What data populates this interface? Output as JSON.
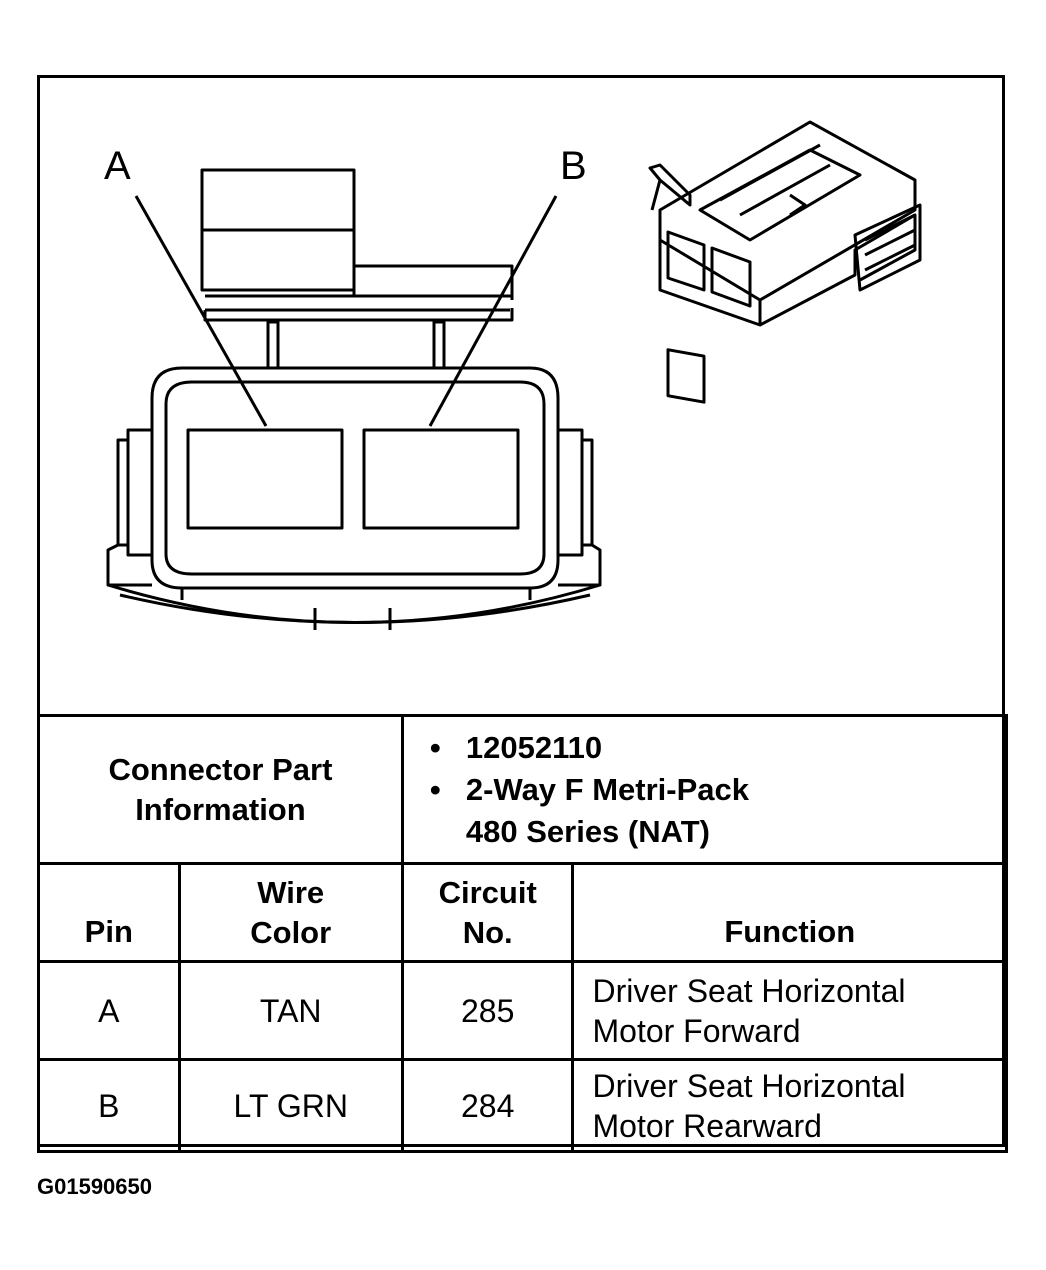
{
  "diagram": {
    "pin_labels": [
      "A",
      "B"
    ]
  },
  "connector_info": {
    "label_line1": "Connector Part",
    "label_line2": "Information",
    "bullets": [
      [
        "12052110"
      ],
      [
        "2-Way F Metri-Pack",
        "480 Series (NAT)"
      ]
    ]
  },
  "table": {
    "headers": {
      "pin": "Pin",
      "wire_color_line1": "Wire",
      "wire_color_line2": "Color",
      "circuit_line1": "Circuit",
      "circuit_line2": "No.",
      "function": "Function"
    },
    "rows": [
      {
        "pin": "A",
        "wire_color": "TAN",
        "circuit": "285",
        "function_line1": "Driver Seat Horizontal",
        "function_line2": "Motor Forward"
      },
      {
        "pin": "B",
        "wire_color": "LT GRN",
        "circuit": "284",
        "function_line1": "Driver Seat Horizontal",
        "function_line2": "Motor Rearward"
      }
    ]
  },
  "figure_id": "G01590650"
}
